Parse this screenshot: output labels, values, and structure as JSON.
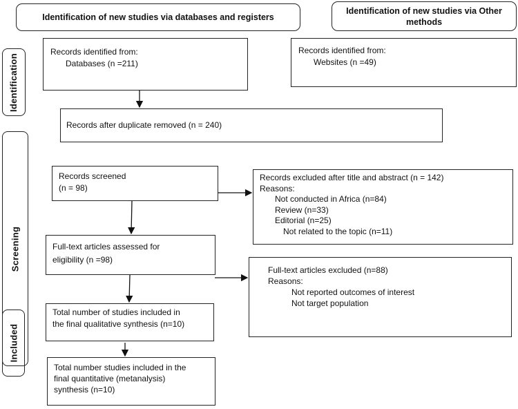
{
  "headers": {
    "databases": "Identification of new studies via databases and registers",
    "other": "Identification of new studies via Other methods"
  },
  "phases": {
    "identification": "Identification",
    "screening": "Screening",
    "included": "Included"
  },
  "boxes": {
    "databases": {
      "line1": "Records identified from:",
      "line2": "Databases (n =211)"
    },
    "websites": {
      "line1": "Records identified from:",
      "line2": "Websites (n =49)"
    },
    "duplicates": {
      "line1": "Records after duplicate removed (n = 240)"
    },
    "screened": {
      "line1": "Records screened",
      "line2": "(n = 98)"
    },
    "excluded_title": {
      "line1": "Records excluded after title and abstract (n = 142)",
      "line2": "Reasons:",
      "reasons": [
        "Not conducted in Africa (n=84)",
        "Review (n=33)",
        "Editorial (n=25)",
        "Not related to the topic (n=11)"
      ]
    },
    "fulltext": {
      "line1": "Full-text articles assessed for",
      "line2": "eligibility (n =98)"
    },
    "fulltext_excluded": {
      "line1": "Full-text articles excluded (n=88)",
      "line2": "Reasons:",
      "reasons": [
        "Not reported outcomes of interest",
        "Not target population"
      ]
    },
    "qualitative": {
      "line1": "Total number of studies included in",
      "line2": "the final qualitative synthesis (n=10)"
    },
    "quantitative": {
      "line1": "Total number studies included in the",
      "line2": "final quantitative (metanalysis)",
      "line3": "synthesis (n=10)"
    }
  }
}
